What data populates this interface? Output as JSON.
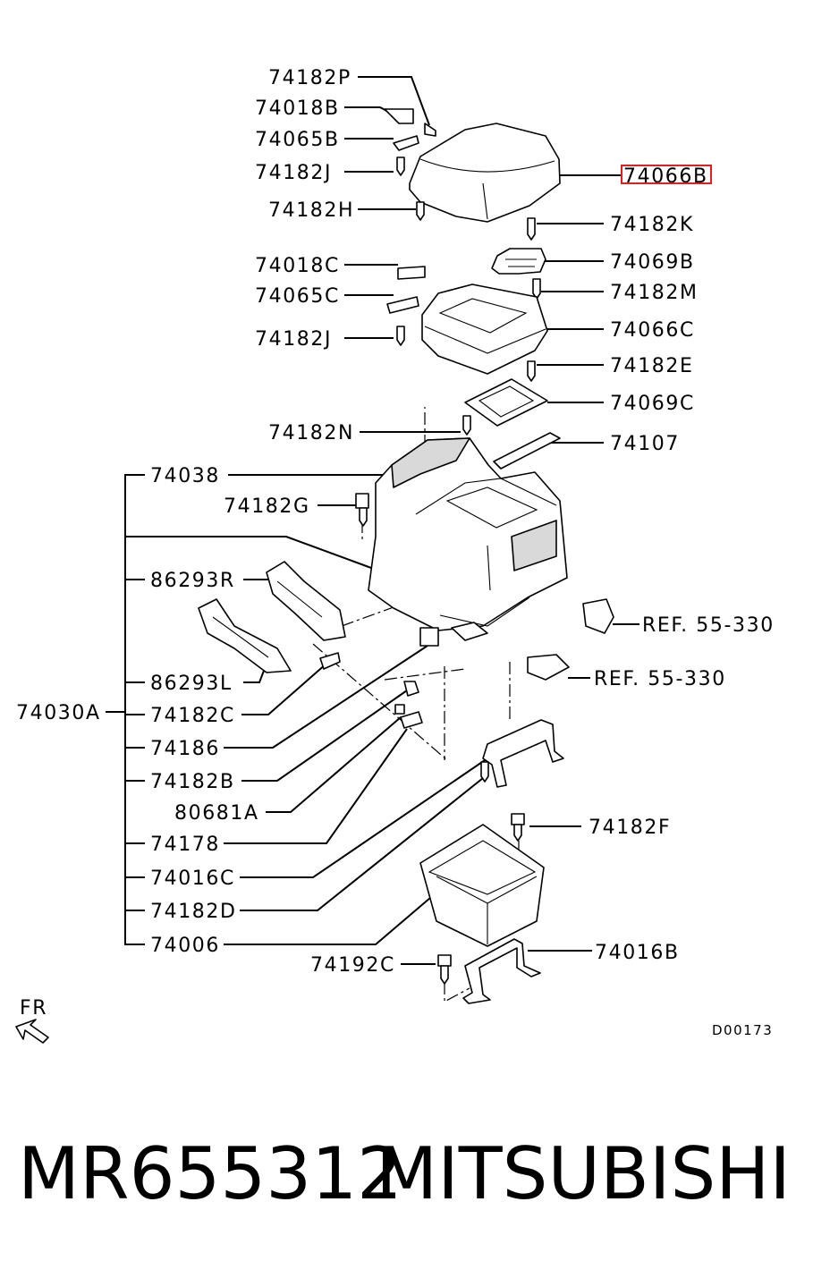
{
  "callouts": {
    "c74182P": "74182P",
    "c74018B": "74018B",
    "c74065B": "74065B",
    "c74182J_top": "74182J",
    "c74182H": "74182H",
    "c74066B": "74066B",
    "c74182K": "74182K",
    "c74018C": "74018C",
    "c74069B": "74069B",
    "c74065C": "74065C",
    "c74182M": "74182M",
    "c74182J_mid": "74182J",
    "c74066C": "74066C",
    "c74182E": "74182E",
    "c74069C": "74069C",
    "c74182N": "74182N",
    "c74107": "74107",
    "c74038": "74038",
    "c74182G": "74182G",
    "c86293R": "86293R",
    "ref1": "REF. 55-330",
    "c86293L": "86293L",
    "ref2": "REF. 55-330",
    "c74030A": "74030A",
    "c74182C": "74182C",
    "c74186": "74186",
    "c74182B": "74182B",
    "c80681A": "80681A",
    "c74182F": "74182F",
    "c74178": "74178",
    "c74016C": "74016C",
    "c74182D": "74182D",
    "c74006": "74006",
    "c74016B": "74016B",
    "c74192C": "74192C"
  },
  "direction_label": "FR",
  "diagram_code": "D00173",
  "part_number": "MR655312",
  "brand": "MITSUBISHI",
  "highlight_color": "#e02020"
}
